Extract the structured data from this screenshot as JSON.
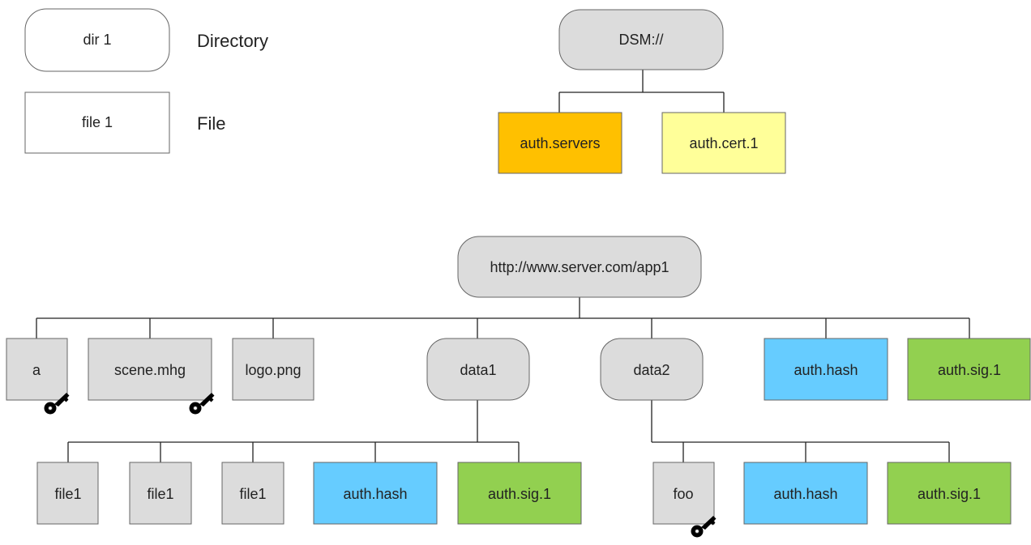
{
  "legend": {
    "directory_sample": "dir 1",
    "directory_label": "Directory",
    "file_sample": "file 1",
    "file_label": "File"
  },
  "colors": {
    "directory_fill": "#dcdcdc",
    "file_fill": "#dcdcdc",
    "legend_fill": "#ffffff",
    "servers_fill": "#ffc000",
    "cert_fill": "#ffff99",
    "hash_fill": "#66ccff",
    "sig_fill": "#92d050"
  },
  "dsm_tree": {
    "root": "DSM://",
    "servers": "auth.servers",
    "cert": "auth.cert.1"
  },
  "app_tree": {
    "root": "http://www.server.com/app1",
    "a": "a",
    "scene": "scene.mhg",
    "logo": "logo.png",
    "data1": "data1",
    "data2": "data2",
    "hash": "auth.hash",
    "sig": "auth.sig.1",
    "data1_children": {
      "file_a": "file1",
      "file_b": "file1",
      "file_c": "file1",
      "hash": "auth.hash",
      "sig": "auth.sig.1"
    },
    "data2_children": {
      "foo": "foo",
      "hash": "auth.hash",
      "sig": "auth.sig.1"
    }
  },
  "icons": {
    "encrypted_marker": "key-icon"
  }
}
